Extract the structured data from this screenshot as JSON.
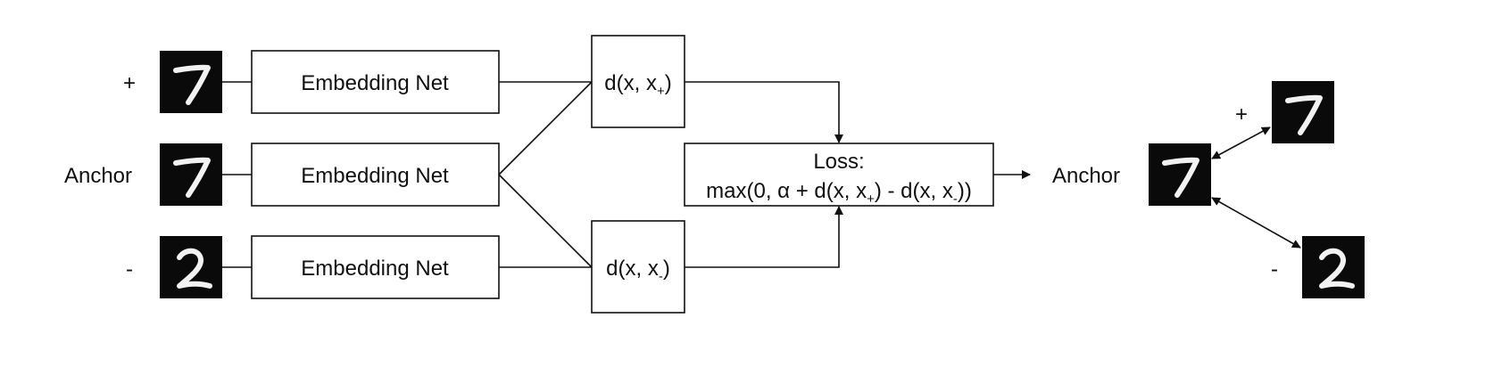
{
  "inputs": {
    "positive_label": "+",
    "anchor_label": "Anchor",
    "negative_label": "-"
  },
  "embedding": {
    "top_label": "Embedding Net",
    "middle_label": "Embedding Net",
    "bottom_label": "Embedding Net"
  },
  "distance": {
    "positive": {
      "prefix": "d(x, x",
      "sub": "+",
      "suffix": ")"
    },
    "negative": {
      "prefix": "d(x, x",
      "sub": "-",
      "suffix": ")"
    }
  },
  "loss": {
    "title": "Loss:",
    "formula_a": "max(0, α + d(x, x",
    "formula_sub1": "+",
    "formula_b": ") - d(x, x",
    "formula_sub2": "-",
    "formula_c": "))"
  },
  "output": {
    "anchor_label": "Anchor",
    "positive_label": "+",
    "negative_label": "-"
  },
  "digits": {
    "positive": "7",
    "anchor": "7",
    "negative": "2",
    "out_positive": "7",
    "out_anchor": "7",
    "out_negative": "2"
  },
  "colors": {
    "line": "#111111",
    "digit_background": "#0a0a0a",
    "digit_stroke": "#f2f2f2"
  }
}
